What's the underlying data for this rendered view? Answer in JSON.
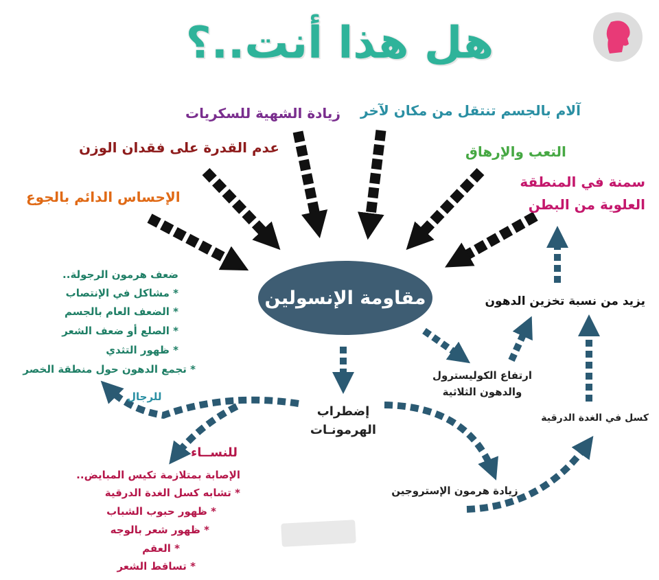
{
  "title": "هل هذا أنت..؟",
  "center": "مقاومة الإنسولين",
  "symptoms": {
    "sugar_craving": "زيادة الشهية للسكريات",
    "body_pains": "آلام بالجسم تنتقل من مكان لآخر",
    "weight_loss": "عدم القدرة على فقدان الوزن",
    "fatigue": "التعب والإرهاق",
    "hunger": "الإحساس الدائم بالجوع",
    "belly_fat_line1": "سمنة في المنطقة",
    "belly_fat_line2": "العلوية من البطن"
  },
  "men": {
    "label": "للرجال",
    "header": "ضعف هرمون الرجولة..",
    "items": [
      "* مشاكل في الإنتصاب",
      "* الضعف العام بالجسم",
      "* الصلع أو ضعف الشعر",
      "* ظهور التثدي",
      "* تجمع الدهون حول منطقة الخصر"
    ]
  },
  "women": {
    "label": "للنســاء",
    "header": "الإصابة بمتلازمة تكيس المبايض..",
    "items": [
      "* تشابه كسل الغدة الدرقية",
      "* ظهور حبوب الشباب",
      "* ظهور شعر بالوجه",
      "* العقم",
      "* تساقط الشعر"
    ]
  },
  "hormones_line1": "إضطراب",
  "hormones_line2": "الهرمونـات",
  "cholesterol_line1": "ارتفاع الكوليسترول",
  "cholesterol_line2": "والدهون الثلاثية",
  "fat_storage": "يزيد من نسبة تخزين الدهون",
  "thyroid": "كسل في الغدة الدرقية",
  "estrogen": "زيادة هرمون الإستروجين",
  "colors": {
    "title": "#2fb39a",
    "center_ellipse": "#3e5d73",
    "arrow_black": "#111111",
    "arrow_blue": "#2b5a73",
    "men_text": "#1f7f66",
    "women_text": "#b5174a",
    "purple": "#7a2e8e",
    "teal": "#2a8fa3",
    "dark_red": "#8e1c1c",
    "green": "#46a843",
    "orange": "#e06a16",
    "magenta": "#c4176c",
    "avatar_accent": "#e83a77"
  }
}
